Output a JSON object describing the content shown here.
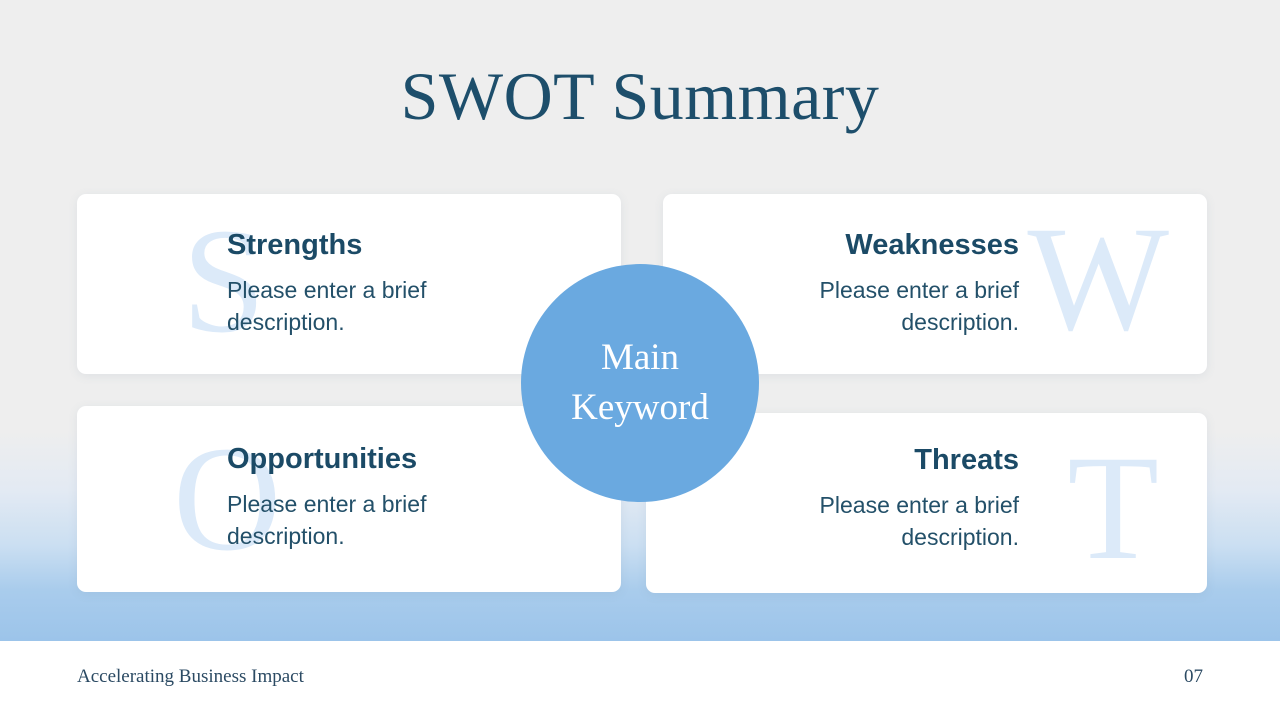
{
  "slide": {
    "title": "SWOT Summary",
    "background_top_color": "#eeeeee",
    "background_bottom_color": "#9cc4ea",
    "accent_color": "#6aa9e0",
    "heading_color": "#1b4a66",
    "watermark_color": "#dceaf9"
  },
  "center": {
    "line1": "Main",
    "line2": "Keyword"
  },
  "quadrants": [
    {
      "key": "strengths",
      "watermark_letter": "S",
      "title": "Strengths",
      "description": "Please enter a brief description.",
      "align": "left"
    },
    {
      "key": "weaknesses",
      "watermark_letter": "W",
      "title": "Weaknesses",
      "description": "Please enter a brief description.",
      "align": "right"
    },
    {
      "key": "opportunities",
      "watermark_letter": "O",
      "title": "Opportunities",
      "description": "Please enter a brief description.",
      "align": "left"
    },
    {
      "key": "threats",
      "watermark_letter": "T",
      "title": "Threats",
      "description": "Please enter a brief description.",
      "align": "right"
    }
  ],
  "footer": {
    "label": "Accelerating Business Impact",
    "page_number": "07"
  }
}
